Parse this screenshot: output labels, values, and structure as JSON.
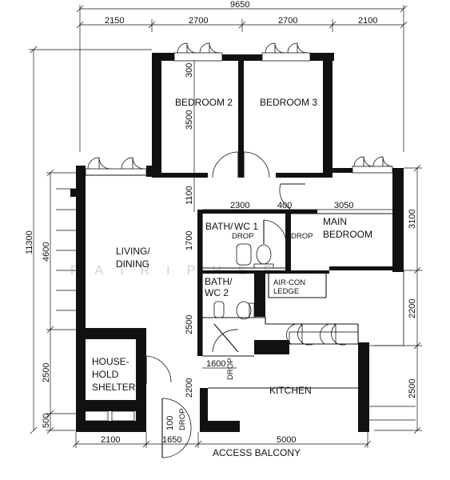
{
  "dimensions": {
    "top_total": "9650",
    "top_segments": [
      "2150",
      "2700",
      "2700",
      "2100"
    ],
    "left_total": "11300",
    "left_segments": [
      "4600",
      "2500",
      "500"
    ],
    "bottom_segments": [
      "2100",
      "1650",
      "5000"
    ],
    "right_segments": [
      "3100",
      "2200",
      "2500"
    ],
    "interior": {
      "bedroom_depth": "3500",
      "bedroom_top": "300",
      "corridor_1100": "1100",
      "corridor_1700": "1700",
      "corridor_2500": "2500",
      "corridor_2200": "2200",
      "main_bed_2300": "2300",
      "main_bed_400": "400",
      "main_bed_3050": "3050",
      "wc_1600": "1600",
      "door_100": "100"
    }
  },
  "rooms": {
    "bedroom2": "BEDROOM 2",
    "bedroom3": "BEDROOM 3",
    "main_bedroom_line1": "MAIN",
    "main_bedroom_line2": "BEDROOM",
    "living_line1": "LIVING/",
    "living_line2": "DINING",
    "bath_wc1_line1": "BATH/",
    "bath_wc1_line2": "WC 1",
    "bath_wc2_line1": "BATH/",
    "bath_wc2_line2": "WC 2",
    "aircon_line1": "AIR-CON",
    "aircon_line2": "LEDGE",
    "shelter_line1": "HOUSE-",
    "shelter_line2": "HOLD",
    "shelter_line3": "SHELTER",
    "kitchen": "KITCHEN",
    "access_balcony": "ACCESS BALCONY"
  },
  "annotations": {
    "drop": "DROP"
  },
  "watermark": "PAIRIPHEE"
}
